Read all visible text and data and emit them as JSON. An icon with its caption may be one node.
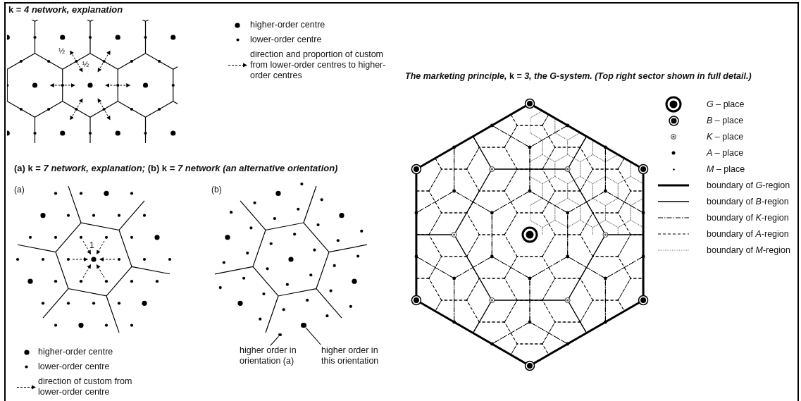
{
  "diagram": {
    "nodes": [
      {
        "text": [],
        "shape": "circle"
      },
      {
        "text": [],
        "shape": "circle"
      },
      {
        "text": [
          "higher order in orientation (a)"
        ]
      },
      {
        "text": [
          "higher order in this orientation"
        ]
      }
    ],
    "edges": [
      {
        "from": 2,
        "to": 0,
        "arrow": "none"
      },
      {
        "from": 3,
        "to": 1,
        "arrow": "none"
      }
    ],
    "labels": [
      "k = *4 network, explanation*",
      "½",
      "½",
      "*The marketing principle,* k = *3, the G-system. (Top right sector shown in full detail.)*",
      "(a) k = *7 network, explanation;* (b) k = *7 network (an alternative orientation)*",
      "(a)",
      "(b)",
      "1"
    ],
    "legend": [
      {
        "text": "higher-order centre"
      },
      {
        "text": "lower-order centre"
      },
      {
        "text": "direction and proportion of custom from lower-order centres to higher-order centres"
      },
      {
        "text": "higher-order centre"
      },
      {
        "text": "lower-order centre"
      },
      {
        "text": "direction of custom from lower-order centre"
      },
      {
        "text": "*G* – place"
      },
      {
        "text": "*B* – place"
      },
      {
        "text": "*K* – place"
      },
      {
        "text": "*A* – place"
      },
      {
        "text": "*M* – place"
      },
      {
        "text": "boundary of *G*-region"
      },
      {
        "text": "boundary of *B*-region"
      },
      {
        "text": "boundary of *K*-region"
      },
      {
        "text": "boundary of *A*-region"
      },
      {
        "text": "boundary of *M*-region"
      }
    ]
  }
}
